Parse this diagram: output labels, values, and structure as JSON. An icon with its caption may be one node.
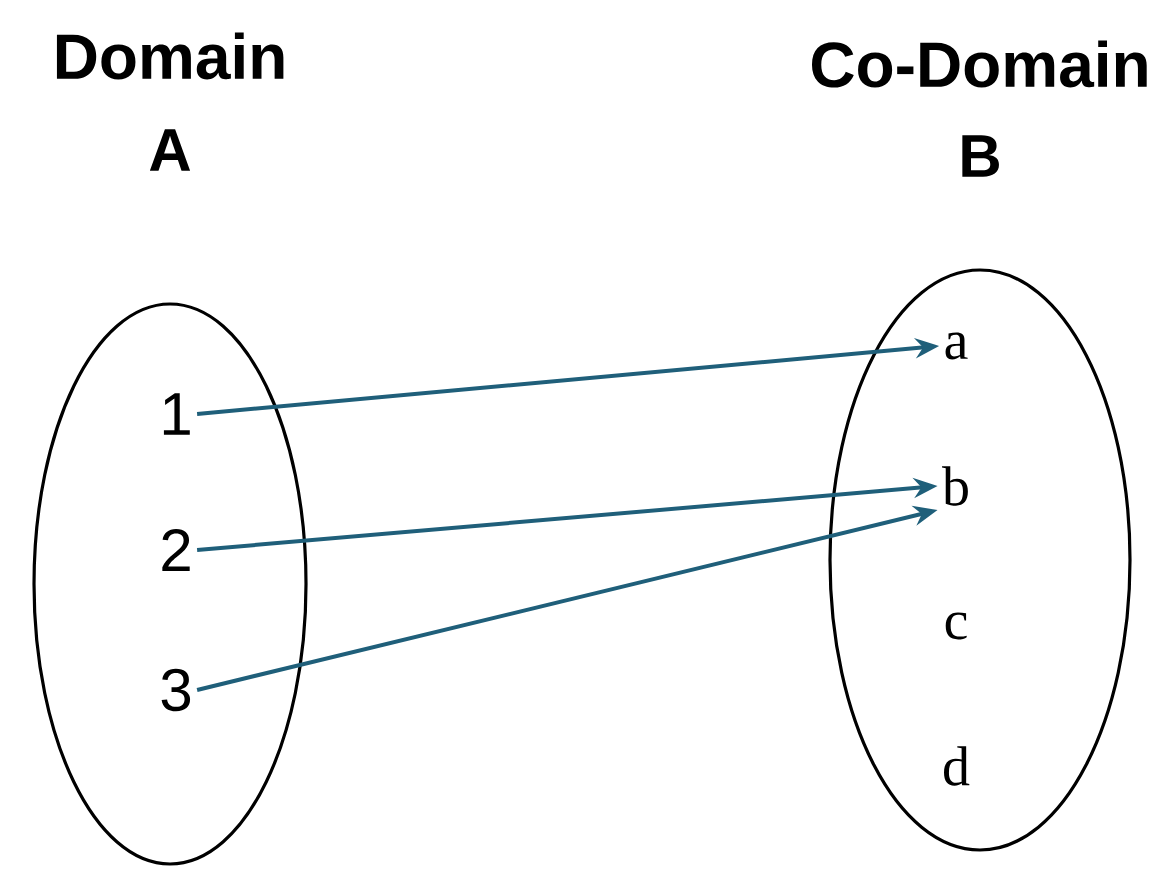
{
  "diagram": {
    "nodes": [
      {
        "text": [
          "Domain",
          "A"
        ]
      },
      {
        "text": [
          "1"
        ],
        "in": 0
      },
      {
        "text": [
          "2"
        ],
        "in": 0
      },
      {
        "text": [
          "3"
        ],
        "in": 0
      },
      {
        "text": [
          "Co-Domain",
          "B"
        ]
      },
      {
        "text": [
          "a"
        ],
        "in": 4
      },
      {
        "text": [
          "b"
        ],
        "in": 4
      },
      {
        "text": [
          "c"
        ],
        "in": 4
      },
      {
        "text": [
          "d"
        ],
        "in": 4
      }
    ],
    "edges": [
      {
        "from": 1,
        "to": 5,
        "arrow": "to"
      },
      {
        "from": 2,
        "to": 6,
        "arrow": "to"
      },
      {
        "from": 3,
        "to": 6,
        "arrow": "to"
      }
    ]
  }
}
